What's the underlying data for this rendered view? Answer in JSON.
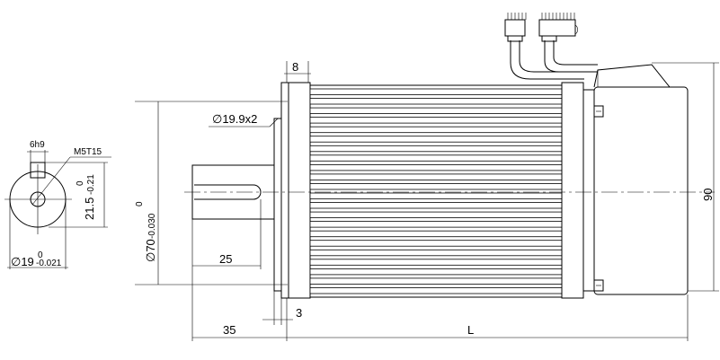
{
  "front_view": {
    "key_width": "6h9",
    "thread": "M5T15",
    "key_height": {
      "value": "21.5",
      "tolerance_upper": "0",
      "tolerance_lower": "-0.21"
    },
    "shaft_diameter": {
      "value": "∅19",
      "tolerance_upper": "0",
      "tolerance_lower": "-0.021"
    }
  },
  "side_view": {
    "flange_thickness": "8",
    "shaft_step_diameter": "∅19.9x2",
    "pilot_diameter": {
      "value": "∅70",
      "tolerance_upper": "0",
      "tolerance_lower": "-0.030"
    },
    "keyway_length": "25",
    "shaft_length": "35",
    "pilot_depth": "3",
    "body_length": "L",
    "total_height": "90"
  }
}
